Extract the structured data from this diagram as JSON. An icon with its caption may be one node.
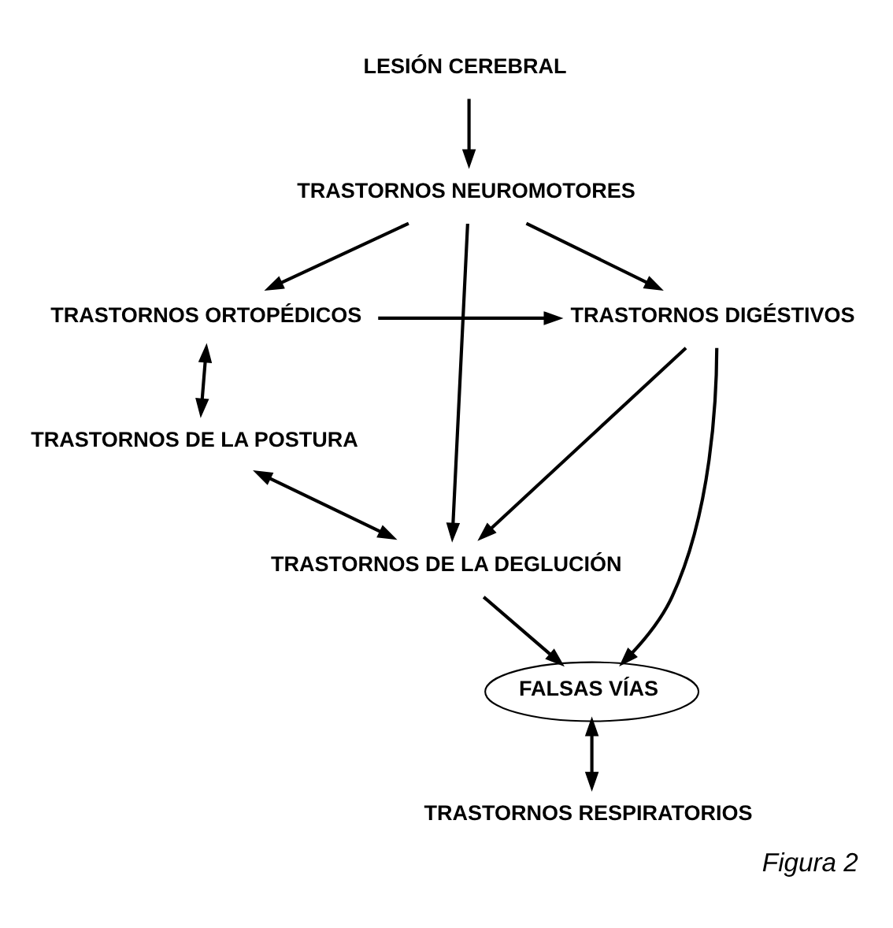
{
  "diagram": {
    "caption": "Figura 2",
    "nodes": [
      {
        "text": [
          "LESIÓN CEREBRAL"
        ]
      },
      {
        "text": [
          "TRASTORNOS NEUROMOTORES"
        ]
      },
      {
        "text": [
          "TRASTORNOS ORTOPÉDICOS"
        ]
      },
      {
        "text": [
          "TRASTORNOS DIGÉSTIVOS"
        ]
      },
      {
        "text": [
          "TRASTORNOS DE LA POSTURA"
        ]
      },
      {
        "text": [
          "TRASTORNOS DE LA DEGLUCIÓN"
        ]
      },
      {
        "text": [
          "FALSAS VÍAS"
        ]
      },
      {
        "text": [
          "TRASTORNOS RESPIRATORIOS"
        ]
      }
    ],
    "edges": [
      {
        "from": 0,
        "to": 1,
        "arrow": "to"
      },
      {
        "from": 1,
        "to": 2,
        "arrow": "to"
      },
      {
        "from": 1,
        "to": 5,
        "arrow": "to"
      },
      {
        "from": 1,
        "to": 3,
        "arrow": "to"
      },
      {
        "from": 2,
        "to": 3,
        "arrow": "to"
      },
      {
        "from": 2,
        "to": 4,
        "arrow": "both"
      },
      {
        "from": 3,
        "to": 5,
        "arrow": "to"
      },
      {
        "from": 3,
        "to": 6,
        "arrow": "to"
      },
      {
        "from": 4,
        "to": 5,
        "arrow": "both"
      },
      {
        "from": 5,
        "to": 6,
        "arrow": "to"
      },
      {
        "from": 6,
        "to": 7,
        "arrow": "both"
      }
    ]
  }
}
